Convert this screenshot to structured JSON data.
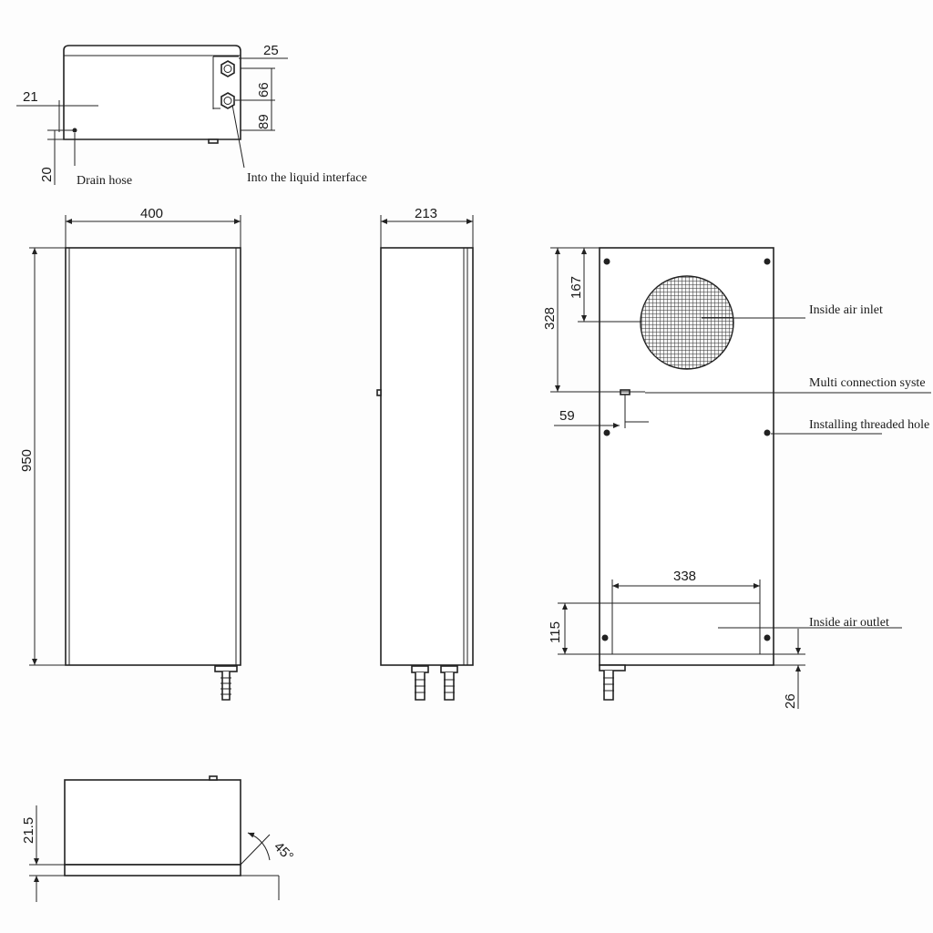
{
  "colors": {
    "line": "#222222",
    "background": "#fdfdfd"
  },
  "dimensions": {
    "top_25": "25",
    "top_66": "66",
    "top_89": "89",
    "top_21": "21",
    "top_20": "20",
    "width_400": "400",
    "depth_213": "213",
    "height_950": "950",
    "back_328": "328",
    "back_167": "167",
    "back_59": "59",
    "back_338": "338",
    "back_115": "115",
    "back_26": "26",
    "bottom_21_5": "21.5",
    "bottom_angle": "45°"
  },
  "labels": {
    "drain_hose": "Drain hose",
    "liquid_interface": "Into the liquid interface",
    "inside_air_inlet": "Inside air inlet",
    "multi_connection": "Multi connection syste",
    "installing_holes": "Installing threaded hole",
    "inside_air_outlet": "Inside air outlet"
  }
}
